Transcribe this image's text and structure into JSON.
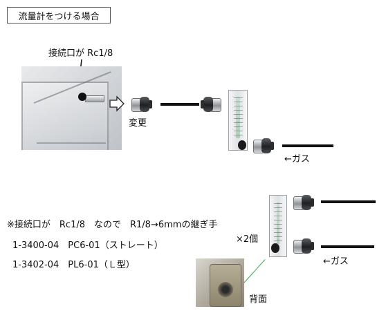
{
  "header": {
    "title": "流量計をつける場合"
  },
  "top": {
    "connection_label": "接続口が Rc1/8",
    "change_label": "変更",
    "gas_label": "←ガス"
  },
  "bottom": {
    "note": "※接続口が　Rc1/8　なので　R1/8→6mmの継ぎ手",
    "qty": "×2個",
    "part_1": "1-3400-04　PC6-01（ストレート）",
    "part_2": "1-3402-04　PL6-01（Ｌ型）",
    "gas_label": "←ガス",
    "back_label": "背面"
  }
}
